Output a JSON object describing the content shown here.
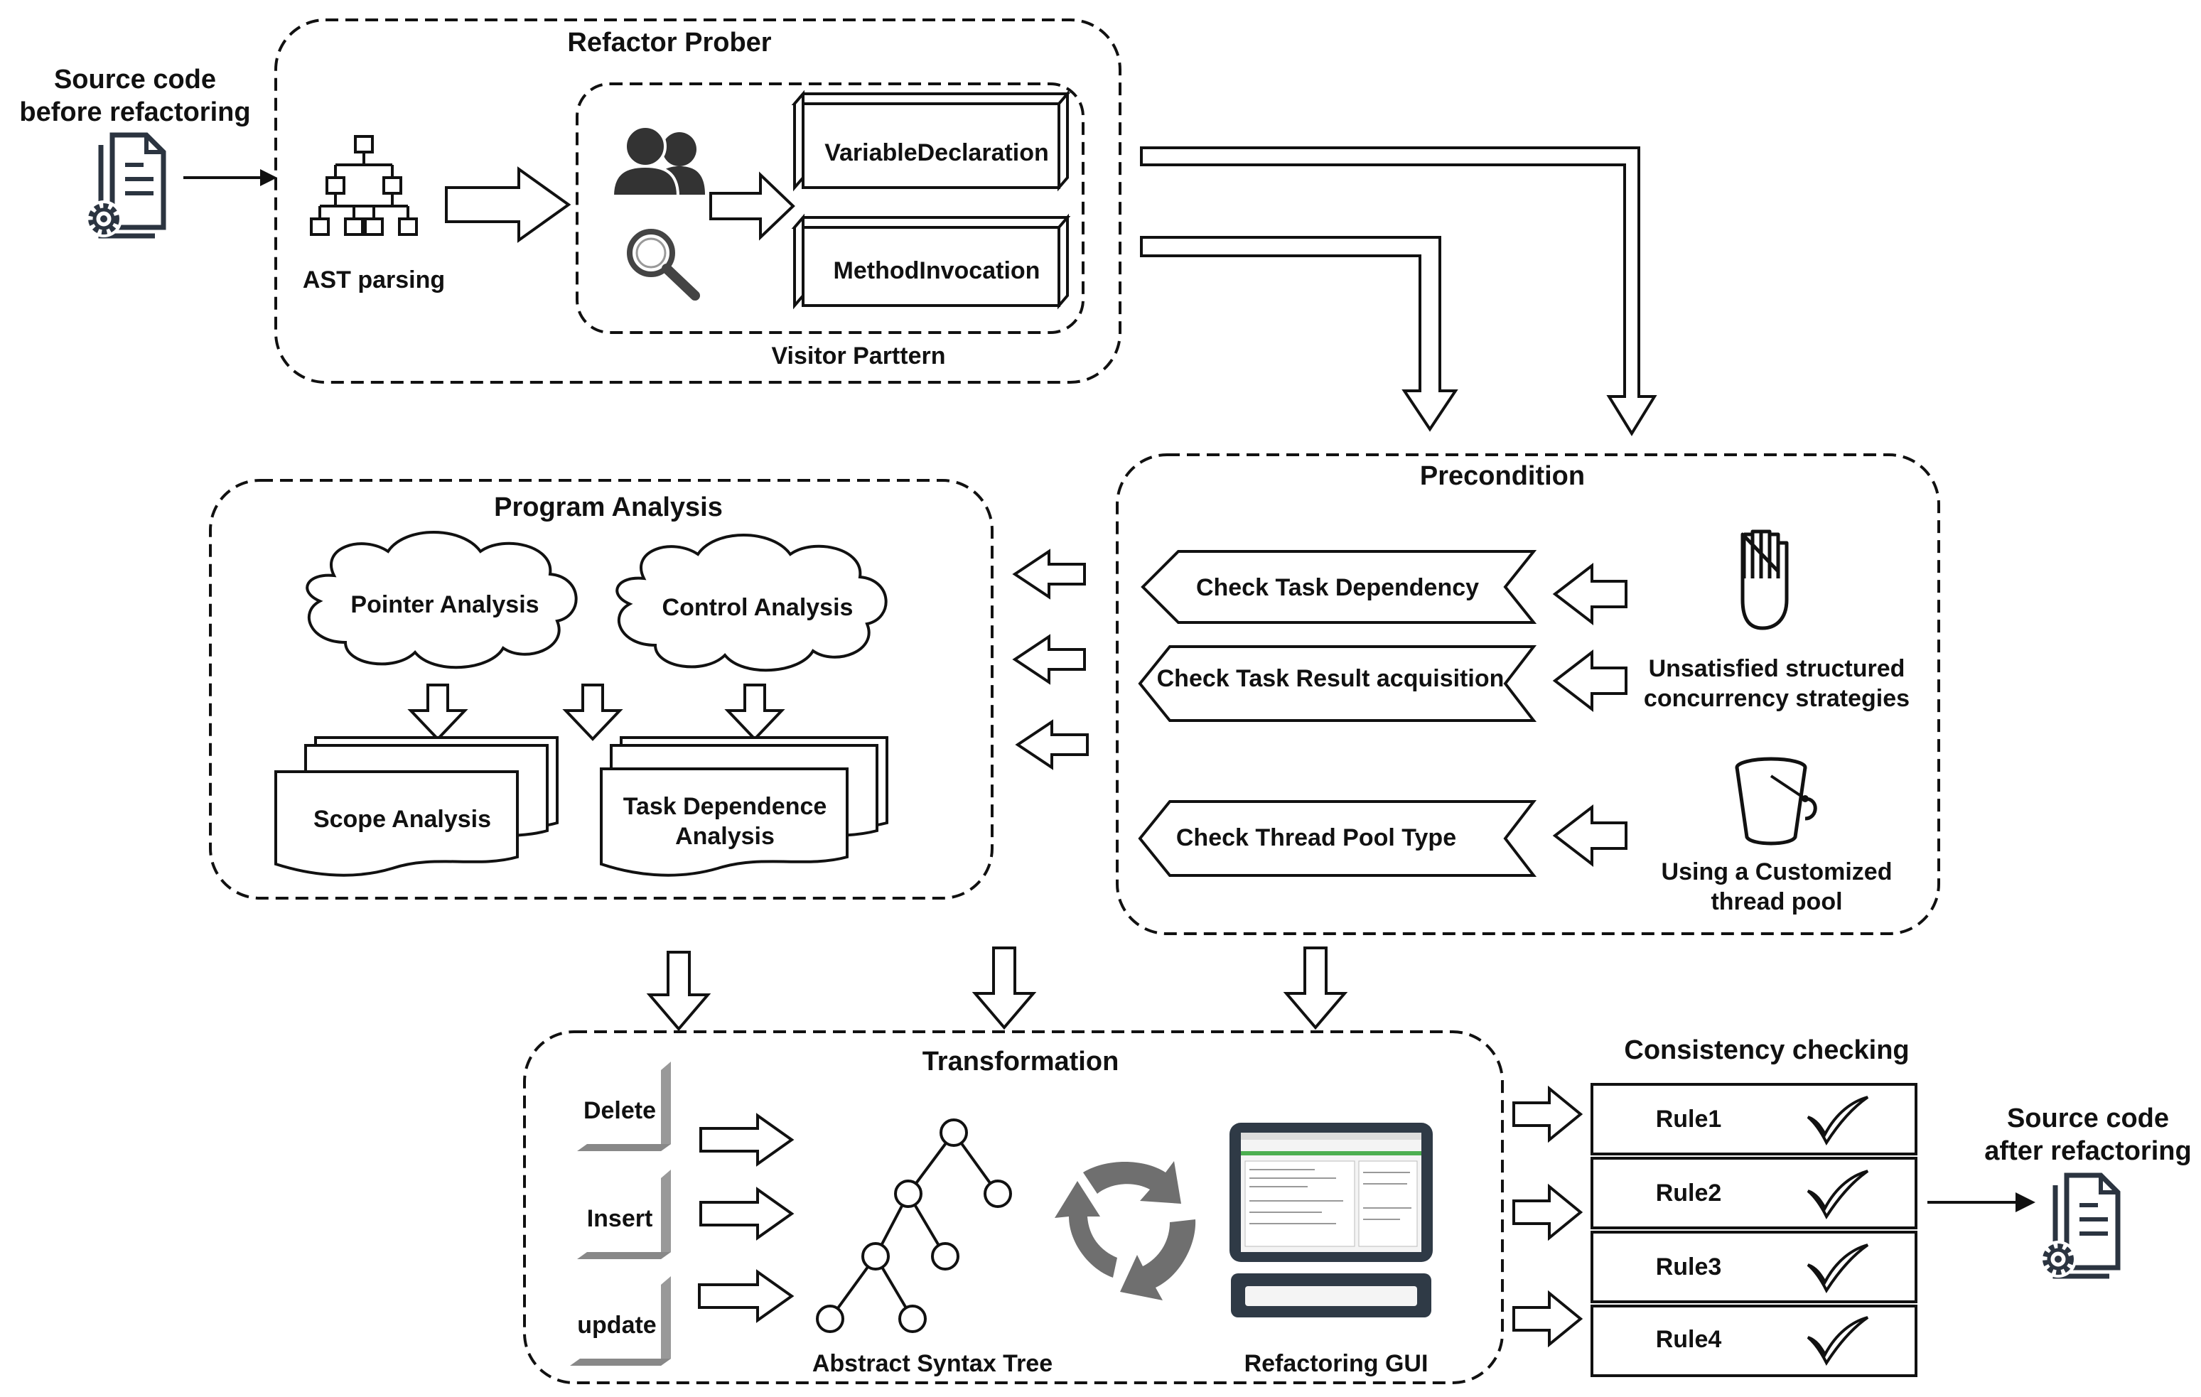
{
  "source_before": {
    "line1": "Source code",
    "line2": "before refactoring"
  },
  "source_after": {
    "line1": "Source code",
    "line2": "after refactoring"
  },
  "refactor_prober": {
    "title": "Refactor Prober",
    "ast_label": "AST parsing",
    "visitor_label": "Visitor Parttern",
    "node_types": [
      "VariableDeclaration",
      "MethodInvocation"
    ]
  },
  "precondition": {
    "title": "Precondition",
    "checks": [
      "Check  Task Dependency",
      "Check Task Result acquisition",
      "Check  Thread Pool Type"
    ],
    "strategy_1": {
      "line1": "Unsatisfied structured",
      "line2": "concurrency strategies"
    },
    "strategy_2": {
      "line1": "Using a Customized",
      "line2": "thread pool"
    }
  },
  "program_analysis": {
    "title": "Program Analysis",
    "clouds": [
      "Pointer Analysis",
      "Control Analysis"
    ],
    "scope": "Scope Analysis",
    "task_dep": {
      "line1": "Task Dependence",
      "line2": "Analysis"
    }
  },
  "transformation": {
    "title": "Transformation",
    "ops": [
      "Delete",
      "Insert",
      "update"
    ],
    "ast_label": "Abstract Syntax Tree",
    "gui_label": "Refactoring GUI"
  },
  "consistency": {
    "title": "Consistency checking",
    "rules": [
      "Rule1",
      "Rule2",
      "Rule3",
      "Rule4"
    ]
  }
}
